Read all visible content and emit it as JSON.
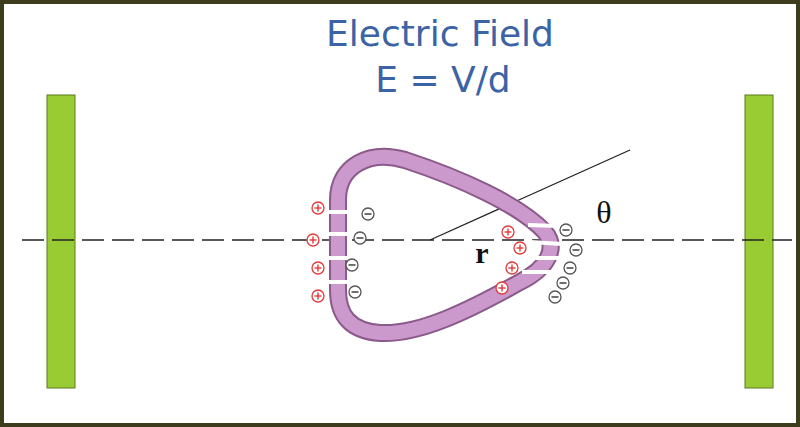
{
  "diagram": {
    "title": "Electric Field",
    "labels": [
      "E = V/d",
      "r",
      "θ"
    ]
  }
}
